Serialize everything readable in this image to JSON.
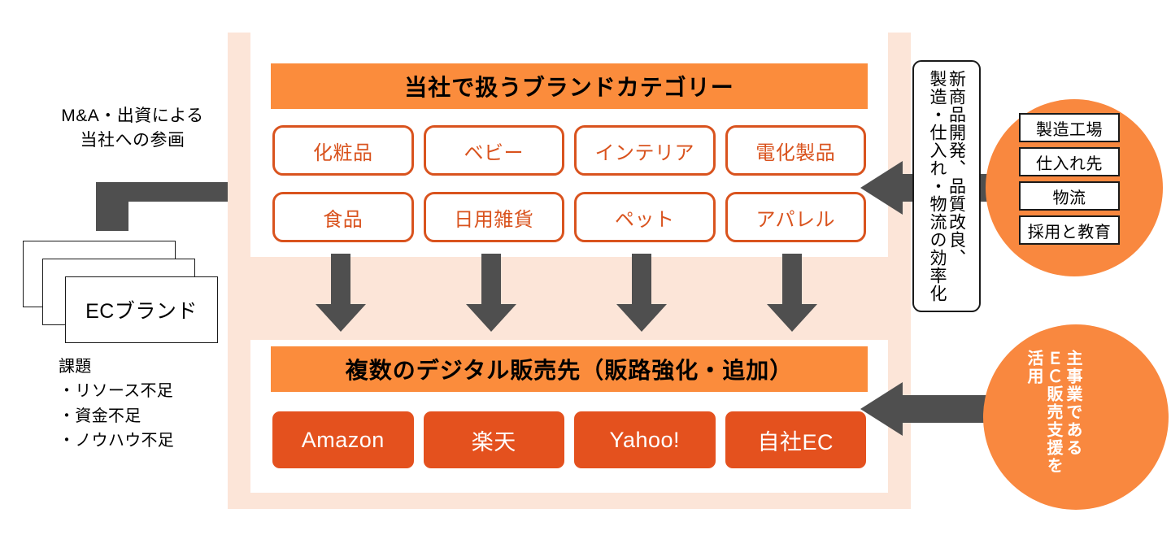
{
  "colors": {
    "panel_bg": "#FCE5D8",
    "header_orange": "#FB8C3C",
    "chip_orange": "#E4511E",
    "pill_border": "#D9531E",
    "circle_orange": "#F9883F",
    "arrow_gray": "#4F4F4F",
    "white": "#FFFFFF",
    "black": "#000000"
  },
  "left": {
    "caption_line1": "M&A・出資による",
    "caption_line2": "当社への参画",
    "brand_card_label": "ECブランド",
    "issues_title": "課題",
    "issues": [
      "・リソース不足",
      "・資金不足",
      "・ノウハウ不足"
    ]
  },
  "main": {
    "brand_section": {
      "header": "当社で扱うブランドカテゴリー",
      "categories": [
        "化粧品",
        "ベビー",
        "インテリア",
        "電化製品",
        "食品",
        "日用雑貨",
        "ペット",
        "アパレル"
      ]
    },
    "sales_section": {
      "header": "複数のデジタル販売先（販路強化・追加）",
      "marketplaces": [
        "Amazon",
        "楽天",
        "Yahoo!",
        "自社EC"
      ]
    }
  },
  "right": {
    "vertical_box": {
      "line1": "新商品開発、品質改良、",
      "line2": "製造・仕入れ・物流の効率化"
    },
    "supply_circle": {
      "chips": [
        "製造工場",
        "仕入れ先",
        "物流",
        "採用と教育"
      ]
    },
    "ec_circle": {
      "line1": "主事業である",
      "line2": "ＥＣ販売支援を",
      "line3": "活用"
    }
  }
}
